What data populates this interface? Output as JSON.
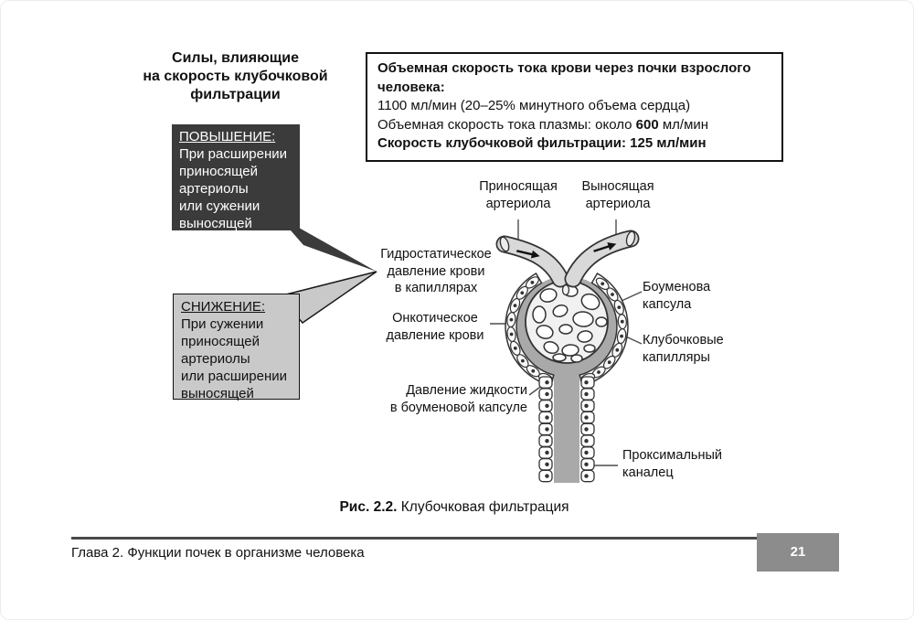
{
  "colors": {
    "increase_box_bg": "#3b3b3b",
    "decrease_box_bg": "#c9c9c9",
    "bowman_space_gray": "#a9a9a9",
    "page_badge_bg": "#8c8c8c",
    "outline": "#333333"
  },
  "title": "Силы, влияющие\nна скорость клубочковой\nфильтрации",
  "info_box": {
    "heading": "Объемная скорость тока крови через почки взрослого\nчеловека:",
    "line1": "1100 мл/мин (20–25% минутного объема сердца)",
    "line2_prefix": "Объемная скорость тока плазмы: около ",
    "line2_bold": "600",
    "line2_suffix": " мл/мин",
    "line3": "Скорость клубочковой фильтрации: 125 мл/мин"
  },
  "increase_callout": {
    "heading": "ПОВЫШЕНИЕ:",
    "body": "При расширении\nприносящей\nартериолы\nили сужении\nвыносящей"
  },
  "decrease_callout": {
    "heading": "СНИЖЕНИЕ:",
    "body": "При сужении\nприносящей\nартериолы\nили расширении\nвыносящей"
  },
  "diagram": {
    "labels": {
      "afferent": "Приносящая\nартериола",
      "efferent": "Выносящая\nартериола",
      "hydrostatic": "Гидростатическое\nдавление крови\nв капиллярах",
      "oncotic": "Онкотическое\nдавление крови",
      "bowman": "Боуменова\nкапсула",
      "capillaries": "Клубочковые\nкапилляры",
      "fluid": "Давление жидкости\nв боуменовой капсуле",
      "proximal": "Проксимальный\nканалец"
    }
  },
  "caption": {
    "label": "Рис. 2.2.",
    "text": " Клубочковая фильтрация"
  },
  "footer": {
    "chapter": "Глава 2. Функции почек в организме человека",
    "page_number": "21"
  }
}
